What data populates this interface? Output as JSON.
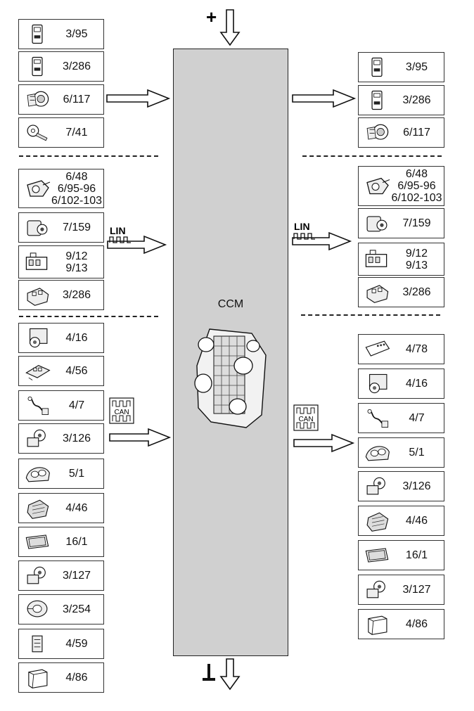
{
  "ccm_label": "CCM",
  "lin_label": "LIN",
  "can_label": "CAN",
  "left_boxes": [
    {
      "lines": [
        "3/95"
      ],
      "icon": "dstc-switch-icon"
    },
    {
      "lines": [
        "3/286"
      ],
      "icon": "blis-switch-icon"
    },
    {
      "lines": [
        "6/117"
      ],
      "icon": "ignition-switch-icon"
    },
    {
      "lines": [
        "7/41"
      ],
      "icon": "key-icon"
    },
    {
      "lines": [
        "6/48",
        "6/95-96",
        "6/102-103"
      ],
      "icon": "sensor-icon"
    },
    {
      "lines": [
        "7/159"
      ],
      "icon": "motor-icon"
    },
    {
      "lines": [
        "9/12",
        "9/13"
      ],
      "icon": "connector-icon"
    },
    {
      "lines": [
        "3/286"
      ],
      "icon": "switch-module-icon"
    },
    {
      "lines": [
        "4/16"
      ],
      "icon": "abs-module-icon"
    },
    {
      "lines": [
        "4/56"
      ],
      "icon": "relay-box-icon"
    },
    {
      "lines": [
        "4/7"
      ],
      "icon": "harness-icon"
    },
    {
      "lines": [
        "3/126"
      ],
      "icon": "window-motor-icon"
    },
    {
      "lines": [
        "5/1"
      ],
      "icon": "instrument-cluster-icon"
    },
    {
      "lines": [
        "4/46"
      ],
      "icon": "control-unit-icon"
    },
    {
      "lines": [
        "16/1"
      ],
      "icon": "display-icon"
    },
    {
      "lines": [
        "3/127"
      ],
      "icon": "window-motor-icon"
    },
    {
      "lines": [
        "3/254"
      ],
      "icon": "steering-module-icon"
    },
    {
      "lines": [
        "4/59"
      ],
      "icon": "small-module-icon"
    },
    {
      "lines": [
        "4/86"
      ],
      "icon": "box-module-icon"
    }
  ],
  "right_boxes": [
    {
      "lines": [
        "3/95"
      ],
      "icon": "dstc-switch-icon"
    },
    {
      "lines": [
        "3/286"
      ],
      "icon": "blis-switch-icon"
    },
    {
      "lines": [
        "6/117"
      ],
      "icon": "ignition-switch-icon"
    },
    {
      "lines": [
        "6/48",
        "6/95-96",
        "6/102-103"
      ],
      "icon": "sensor-icon"
    },
    {
      "lines": [
        "7/159"
      ],
      "icon": "motor-icon"
    },
    {
      "lines": [
        "9/12",
        "9/13"
      ],
      "icon": "connector-icon"
    },
    {
      "lines": [
        "3/286"
      ],
      "icon": "switch-module-icon"
    },
    {
      "lines": [
        "4/78"
      ],
      "icon": "keypad-module-icon"
    },
    {
      "lines": [
        "4/16"
      ],
      "icon": "abs-module-icon"
    },
    {
      "lines": [
        "4/7"
      ],
      "icon": "harness-icon"
    },
    {
      "lines": [
        "5/1"
      ],
      "icon": "instrument-cluster-icon"
    },
    {
      "lines": [
        "3/126"
      ],
      "icon": "window-motor-icon"
    },
    {
      "lines": [
        "4/46"
      ],
      "icon": "control-unit-icon"
    },
    {
      "lines": [
        "16/1"
      ],
      "icon": "display-icon"
    },
    {
      "lines": [
        "3/127"
      ],
      "icon": "window-motor-icon"
    },
    {
      "lines": [
        "4/86"
      ],
      "icon": "box-module-icon"
    }
  ]
}
